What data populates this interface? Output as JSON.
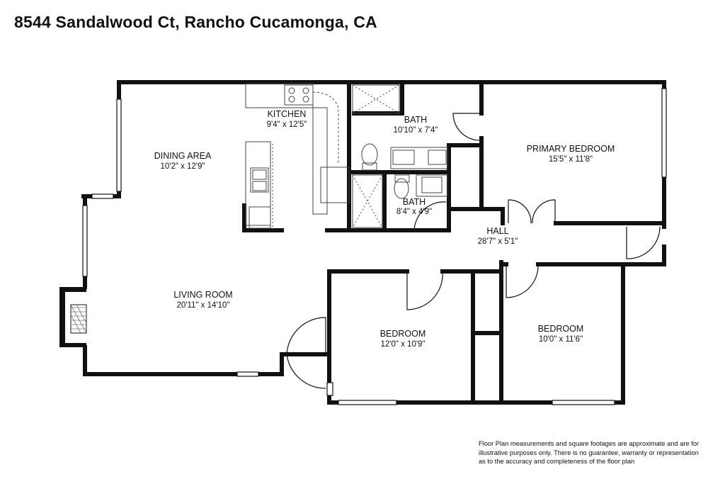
{
  "title": "8544 Sandalwood Ct, Rancho Cucamonga, CA",
  "rooms": {
    "kitchen": {
      "name": "KITCHEN",
      "dims": "9'4\" x 12'5\""
    },
    "dining": {
      "name": "DINING AREA",
      "dims": "10'2\" x 12'9\""
    },
    "bath1": {
      "name": "BATH",
      "dims": "10'10\" x 7'4\""
    },
    "primary_bedroom": {
      "name": "PRIMARY BEDROOM",
      "dims": "15'5\" x 11'8\""
    },
    "bath2": {
      "name": "BATH",
      "dims": "8'4\" x 4'9\""
    },
    "hall": {
      "name": "HALL",
      "dims": "28'7\" x 5'1\""
    },
    "living": {
      "name": "LIVING ROOM",
      "dims": "20'11\" x 14'10\""
    },
    "bedroom1": {
      "name": "BEDROOM",
      "dims": "12'0\" x 10'9\""
    },
    "bedroom2": {
      "name": "BEDROOM",
      "dims": "10'0\" x 11'6\""
    }
  },
  "disclaimer": {
    "line1": "Floor Plan measurements and square footages are approximate and are for",
    "line2": "illustrative purposes only. There is no guarantee, warranty or representation",
    "line3": "as to the accuracy and completeness of the floor plan"
  },
  "colors": {
    "wall": "#111111",
    "fixture": "#444444",
    "background": "#ffffff"
  }
}
